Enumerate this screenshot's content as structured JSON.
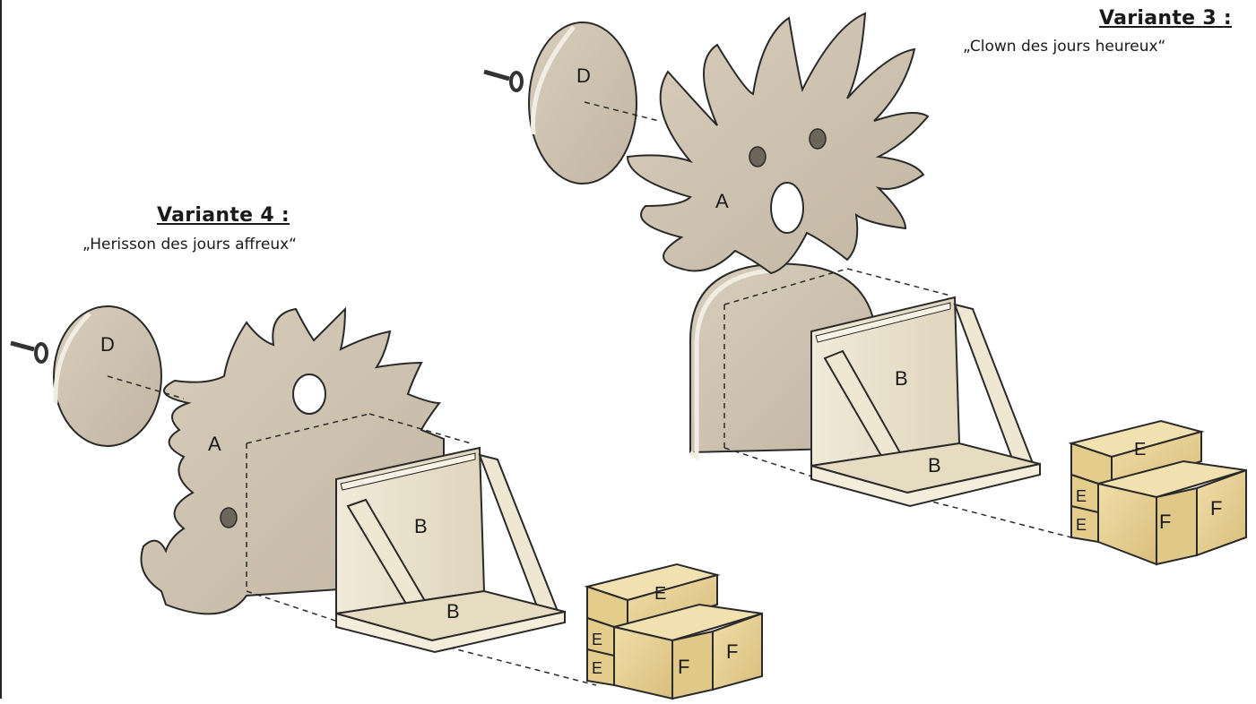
{
  "variant3": {
    "title": "Variante 3 :",
    "subtitle": "„Clown des jours heureux“"
  },
  "variant4": {
    "title": "Variante 4 :",
    "subtitle": "„Herisson des jours affreux“"
  },
  "part_labels": {
    "a": "A",
    "b": "B",
    "d": "D",
    "e": "E",
    "f": "F"
  },
  "colors": {
    "plywood": "#cfc4b3",
    "plywood_edge": "#f2ede3",
    "shelf": "#e8dfc9",
    "block": "#e8d29a",
    "block_side": "#dcc27f",
    "outline": "#2a2a2a"
  }
}
